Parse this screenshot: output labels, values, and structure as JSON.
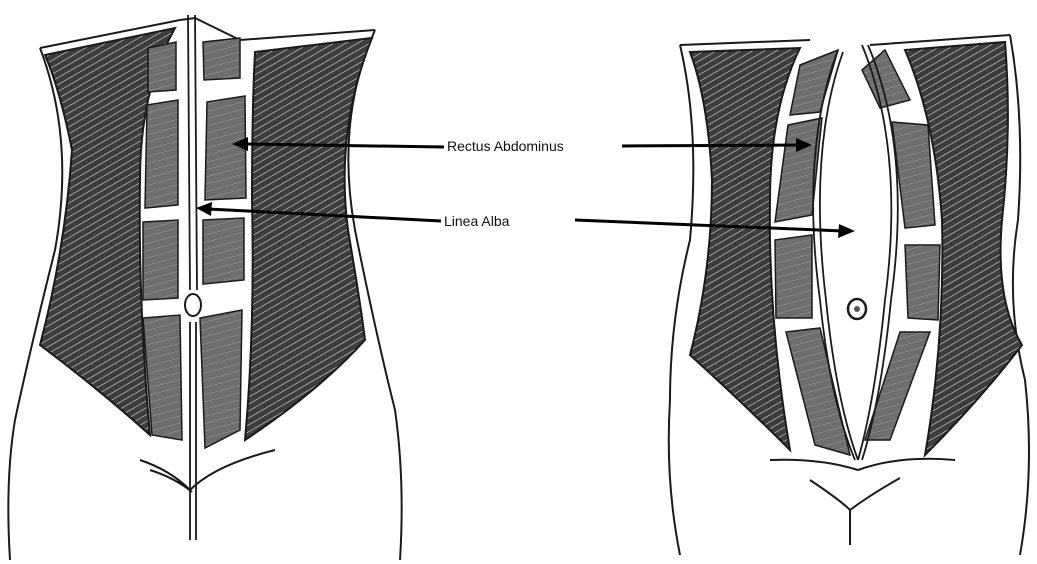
{
  "labels": {
    "rectus_abdominus": "Rectus Abdominus",
    "linea_alba": "Linea Alba"
  },
  "colors": {
    "outline": "#1a1a1a",
    "oblique_muscle": "#3d3d3d",
    "rectus_muscle": "#6e6e6e",
    "background": "#ffffff"
  },
  "figures": [
    {
      "id": "normal-torso",
      "condition": "normal"
    },
    {
      "id": "diastasis-torso",
      "condition": "separated rectus"
    }
  ]
}
